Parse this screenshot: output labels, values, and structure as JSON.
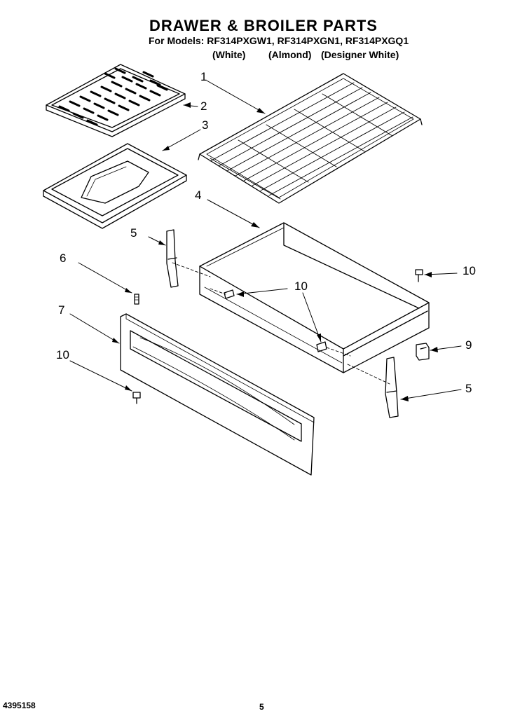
{
  "header": {
    "title": "DRAWER & BROILER PARTS",
    "models_line": "For Models: RF314PXGW1, RF314PXGN1, RF314PXGQ1",
    "finishes": [
      "(White)",
      "(Almond)",
      "(Designer White)"
    ]
  },
  "callouts": {
    "c1": "1",
    "c2": "2",
    "c3": "3",
    "c4": "4",
    "c5a": "5",
    "c5b": "5",
    "c6": "6",
    "c7": "7",
    "c9": "9",
    "c10a": "10",
    "c10b": "10",
    "c10c": "10"
  },
  "parts": [
    {
      "number": "1",
      "name": "oven-rack"
    },
    {
      "number": "2",
      "name": "broiler-grid"
    },
    {
      "number": "3",
      "name": "broiler-pan"
    },
    {
      "number": "4",
      "name": "drawer-body"
    },
    {
      "number": "5",
      "name": "drawer-slide"
    },
    {
      "number": "6",
      "name": "stud"
    },
    {
      "number": "7",
      "name": "drawer-front-panel"
    },
    {
      "number": "9",
      "name": "bracket-clip"
    },
    {
      "number": "10",
      "name": "screw"
    }
  ],
  "footer": {
    "doc_number": "4395158",
    "page_number": "5"
  }
}
